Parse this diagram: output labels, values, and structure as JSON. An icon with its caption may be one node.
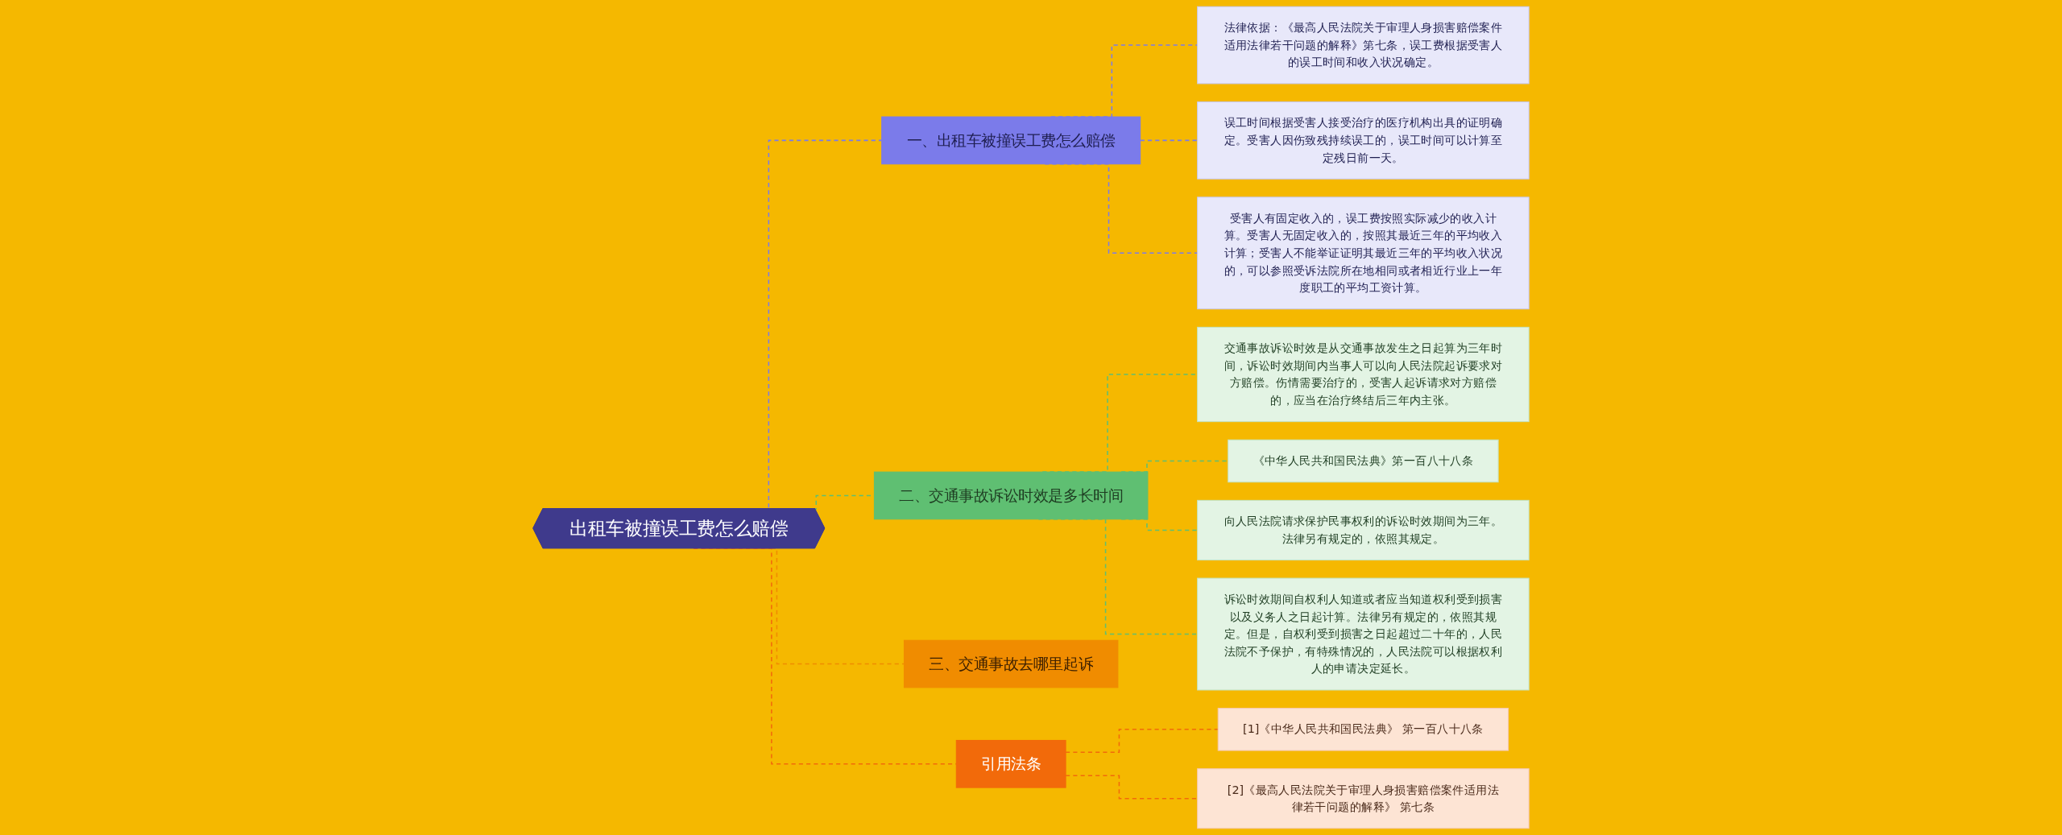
{
  "diagram": {
    "nodes": [
      {
        "text": [
          "出租车被撞误工费怎么赔偿"
        ]
      },
      {
        "text": [
          "一、出租车被撞误工费怎么赔偿"
        ]
      },
      {
        "text": [
          "法律依据：《最高人民法院关于审理人身损害赔偿案件适用法律若干问题的解释》第七条，误工费根据受害人的误工时间和收入状况确定。"
        ]
      },
      {
        "text": [
          "误工时间根据受害人接受治疗的医疗机构出具的证明确定。受害人因伤致残持续误工的，误工时间可以计算至定残日前一天。"
        ]
      },
      {
        "text": [
          "受害人有固定收入的，误工费按照实际减少的收入计算。受害人无固定收入的，按照其最近三年的平均收入计算；受害人不能举证证明其最近三年的平均收入状况的，可以参照受诉法院所在地相同或者相近行业上一年度职工的平均工资计算。"
        ]
      },
      {
        "text": [
          "二、交通事故诉讼时效是多长时间"
        ]
      },
      {
        "text": [
          "交通事故诉讼时效是从交通事故发生之日起算为三年时间，诉讼时效期间内当事人可以向人民法院起诉要求对方赔偿。伤情需要治疗的，受害人起诉请求对方赔偿的，应当在治疗终结后三年内主张。"
        ]
      },
      {
        "text": [
          "《中华人民共和国民法典》第一百八十八条"
        ]
      },
      {
        "text": [
          "向人民法院请求保护民事权利的诉讼时效期间为三年。法律另有规定的，依照其规定。"
        ]
      },
      {
        "text": [
          "诉讼时效期间自权利人知道或者应当知道权利受到损害以及义务人之日起计算。法律另有规定的，依照其规定。但是，自权利受到损害之日起超过二十年的，人民法院不予保护，有特殊情况的，人民法院可以根据权利人的申请决定延长。"
        ]
      },
      {
        "text": [
          "三、交通事故去哪里起诉"
        ]
      },
      {
        "text": [
          "引用法条"
        ]
      },
      {
        "text": [
          "[1]《中华人民共和国民法典》 第一百八十八条"
        ]
      },
      {
        "text": [
          "[2]《最高人民法院关于审理人身损害赔偿案件适用法律若干问题的解释》 第七条"
        ]
      }
    ],
    "edges": [
      {
        "from": 0,
        "to": 1,
        "arrow": "none",
        "style": "dashed",
        "color": "#7b7bea"
      },
      {
        "from": 1,
        "to": 2,
        "arrow": "none",
        "style": "dashed",
        "color": "#7b7bea"
      },
      {
        "from": 1,
        "to": 3,
        "arrow": "none",
        "style": "dashed",
        "color": "#7b7bea"
      },
      {
        "from": 1,
        "to": 4,
        "arrow": "none",
        "style": "dashed",
        "color": "#7b7bea"
      },
      {
        "from": 0,
        "to": 5,
        "arrow": "none",
        "style": "dashed",
        "color": "#5fbf72"
      },
      {
        "from": 5,
        "to": 6,
        "arrow": "none",
        "style": "dashed",
        "color": "#5fbf72"
      },
      {
        "from": 5,
        "to": 7,
        "arrow": "none",
        "style": "dashed",
        "color": "#5fbf72"
      },
      {
        "from": 5,
        "to": 8,
        "arrow": "none",
        "style": "dashed",
        "color": "#5fbf72"
      },
      {
        "from": 5,
        "to": 9,
        "arrow": "none",
        "style": "dashed",
        "color": "#5fbf72"
      },
      {
        "from": 0,
        "to": 10,
        "arrow": "none",
        "style": "dashed",
        "color": "#f08c00"
      },
      {
        "from": 0,
        "to": 11,
        "arrow": "none",
        "style": "dashed",
        "color": "#f26a0a"
      },
      {
        "from": 11,
        "to": 12,
        "arrow": "none",
        "style": "dashed",
        "color": "#f26a0a"
      },
      {
        "from": 11,
        "to": 13,
        "arrow": "none",
        "style": "dashed",
        "color": "#f26a0a"
      }
    ]
  }
}
